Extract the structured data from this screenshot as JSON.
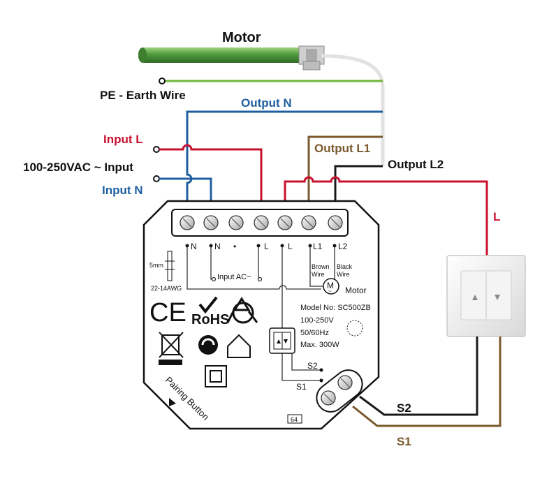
{
  "labels": {
    "motor_title": "Motor",
    "pe_earth": "PE - Earth Wire",
    "output_n": "Output N",
    "input_l": "Input L",
    "voltage_input": "100-250VAC ~ Input",
    "input_n": "Input N",
    "output_l1": "Output L1",
    "output_l2": "Output L2",
    "l_switch": "L",
    "s2_outer": "S2",
    "s1_outer": "S1"
  },
  "terminals": [
    "N",
    "N",
    "•",
    "L",
    "L",
    "L1",
    "L2"
  ],
  "device": {
    "input_ac": "Input AC~",
    "brown_wire_1": "Brown",
    "brown_wire_2": "Wire",
    "black_wire_1": "Black",
    "black_wire_2": "Wire",
    "motor_symbol": "M",
    "motor_symbol_sub": "~",
    "motor_label": "Motor",
    "strip_length": "5mm",
    "wire_gauge": "22-14AWG",
    "ce_mark": "CE",
    "rohs_mark": "RoHS",
    "model": "Model No: SC500ZB",
    "voltage": "100-250V",
    "frequency": "50/60Hz",
    "power": "Max. 300W",
    "s2_inner": "S2",
    "s1_inner": "S1",
    "pairing_button": "Pairing Button",
    "mark_64": "64"
  },
  "colors": {
    "red": "#c8102e",
    "blue": "#1f5fa0",
    "brown": "#7a5a2e",
    "black": "#1a1a1a",
    "green": "#6fb83a",
    "motor_green": "#4e9a3c"
  }
}
